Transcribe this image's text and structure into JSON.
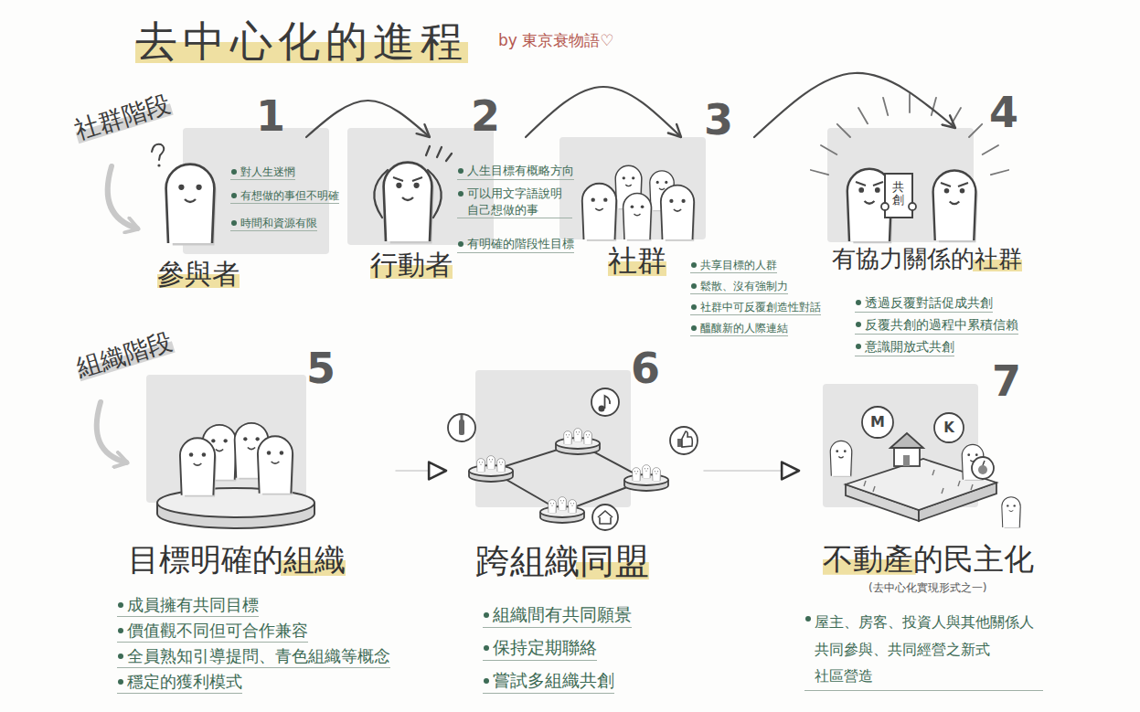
{
  "diagram": {
    "title": "去中心化的進程",
    "nodes": [
      {
        "text": [
          "參與者",
          "對人生迷惘",
          "有想做的事但不明確",
          "時間和資源有限"
        ]
      },
      {
        "text": [
          "行動者",
          "人生目標有概略方向",
          "可以用文字語說明 自己想做的事",
          "有明確的階段性目標"
        ]
      },
      {
        "text": [
          "社群",
          "共享目標的人群",
          "鬆散、沒有強制力",
          "社群中可反覆創造性對話",
          "醞釀新的人際連結"
        ]
      },
      {
        "text": [
          "有協力關係的社群",
          "透過反覆對話促成共創",
          "反覆共創的過程中累積信賴",
          "意識開放式共創"
        ]
      },
      {
        "text": [
          "目標明確的組織",
          "成員擁有共同目標",
          "價值觀不同但可合作兼容",
          "全員熟知引導提問、青色組織等概念",
          "穩定的獲利模式"
        ]
      },
      {
        "text": [
          "跨組織同盟",
          "組織間有共同願景",
          "保持定期聯絡",
          "嘗試多組織共創"
        ]
      },
      {
        "text": [
          "不動產的民主化",
          "(去中心化實現形式之一)",
          "屋主、房客、投資人與其他關係人 共同參與、共同經營之新式 社區營造"
        ]
      }
    ],
    "edges": [
      {
        "from": 0,
        "to": 1,
        "arrow": "to"
      },
      {
        "from": 1,
        "to": 2,
        "arrow": "to"
      },
      {
        "from": 2,
        "to": 3,
        "arrow": "to"
      },
      {
        "from": 4,
        "to": 5,
        "arrow": "to"
      },
      {
        "from": 5,
        "to": 6,
        "arrow": "to"
      }
    ],
    "labels": [
      "by 東京衰物語♡",
      "社群階段",
      "1",
      "2",
      "3",
      "4",
      "共創",
      "組織階段",
      "5",
      "6",
      "7",
      "M",
      "K"
    ]
  }
}
